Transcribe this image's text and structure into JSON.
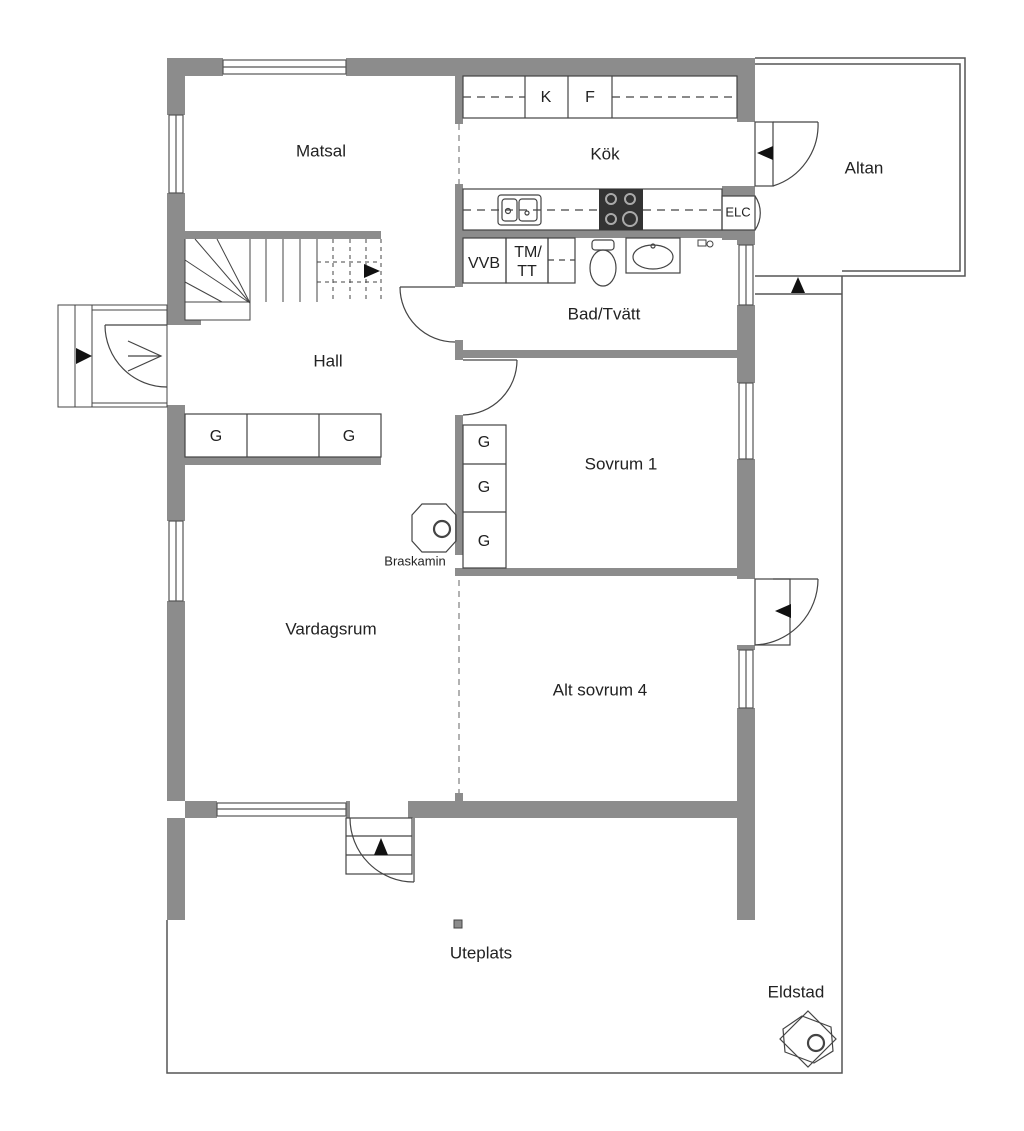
{
  "colors": {
    "wall": "#8c8c8c",
    "line": "#333333",
    "background": "#ffffff"
  },
  "rooms": {
    "matsal": "Matsal",
    "kok": "Kök",
    "altan": "Altan",
    "hall": "Hall",
    "bad_tvatt": "Bad/Tvätt",
    "sovrum_1": "Sovrum 1",
    "vardagsrum": "Vardagsrum",
    "alt_sovrum_4": "Alt sovrum 4",
    "uteplats": "Uteplats"
  },
  "fixtures": {
    "fridge": "K",
    "freezer": "F",
    "elc": "ELC",
    "vvb": "VVB",
    "tm_tt_line1": "TM/",
    "tm_tt_line2": "TT",
    "wardrobe": "G",
    "braskamin": "Braskamin",
    "eldstad": "Eldstad"
  },
  "icons": [
    "entry-arrow-icon",
    "stair-direction-arrow-icon",
    "sink-icon",
    "stove-icon",
    "toilet-icon",
    "washbasin-icon",
    "fireplace-icon",
    "door-swing-icon"
  ]
}
